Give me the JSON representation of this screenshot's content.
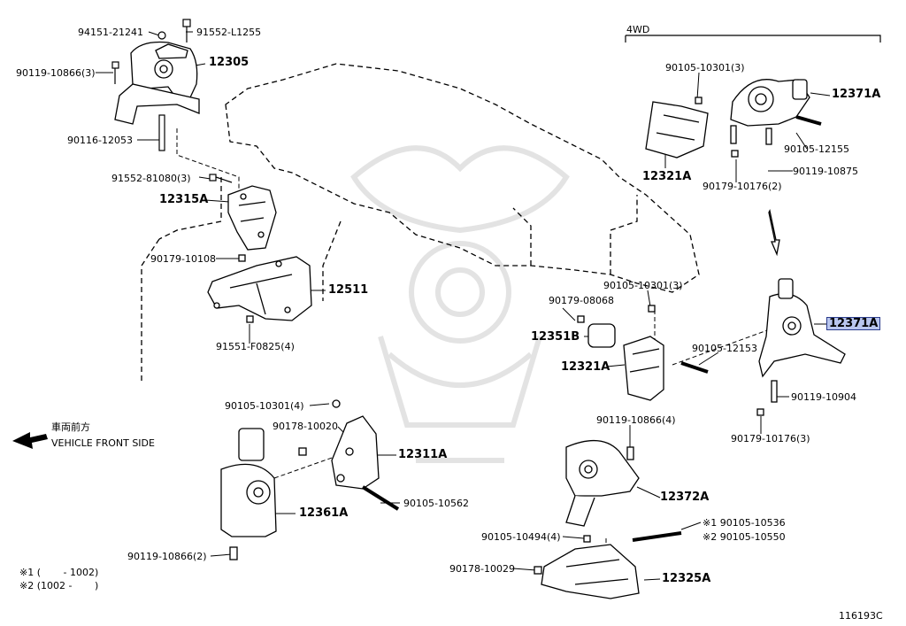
{
  "colors": {
    "highlight": "#b9c6ee",
    "highlight_border": "#2b3c8c",
    "watermark": "#e3e3e3"
  },
  "icons": {
    "front_arrow": "left-arrow-icon"
  },
  "diagram_id": "116193C",
  "group_4wd": "4WD",
  "direction": {
    "jp": "車両前方",
    "en": "VEHICLE FRONT SIDE"
  },
  "notes": {
    "n1": "※1 (　　 - 1002)",
    "n2": "※2 (1002 -　　 )"
  },
  "labels": {
    "p94151": "94151-21241",
    "p91552_l": "91552-L1255",
    "p90119_3": "90119-10866(3)",
    "p12305": "12305",
    "p90116": "90116-12053",
    "p91552_81080": "91552-81080(3)",
    "p12315A": "12315A",
    "p90179_10108": "90179-10108",
    "p12511": "12511",
    "p91551": "91551-F0825(4)",
    "p90105_10301_4": "90105-10301(4)",
    "p90178_10020": "90178-10020",
    "p12311A": "12311A",
    "p90105_10562": "90105-10562",
    "p12361A": "12361A",
    "p90119_10866_2": "90119-10866(2)",
    "p90105_10301_3a": "90105-10301(3)",
    "p12371A_top": "12371A",
    "p12321A_top": "12321A",
    "p90105_12155": "90105-12155",
    "p90119_10875": "90119-10875",
    "p90179_10176_2": "90179-10176(2)",
    "p90105_10301_3b": "90105-10301(3)",
    "p90179_08068": "90179-08068",
    "p12351B": "12351B",
    "p12321A_mid": "12321A",
    "p12371A_hl": "12371A",
    "p90105_12153": "90105-12153",
    "p90119_10904": "90119-10904",
    "p90179_10176_3": "90179-10176(3)",
    "p90119_10866_4": "90119-10866(4)",
    "p12372A": "12372A",
    "p90105_10536": "※1 90105-10536",
    "p90105_10550": "※2 90105-10550",
    "p90105_10494": "90105-10494(4)",
    "p90178_10029": "90178-10029",
    "p12325A": "12325A"
  }
}
